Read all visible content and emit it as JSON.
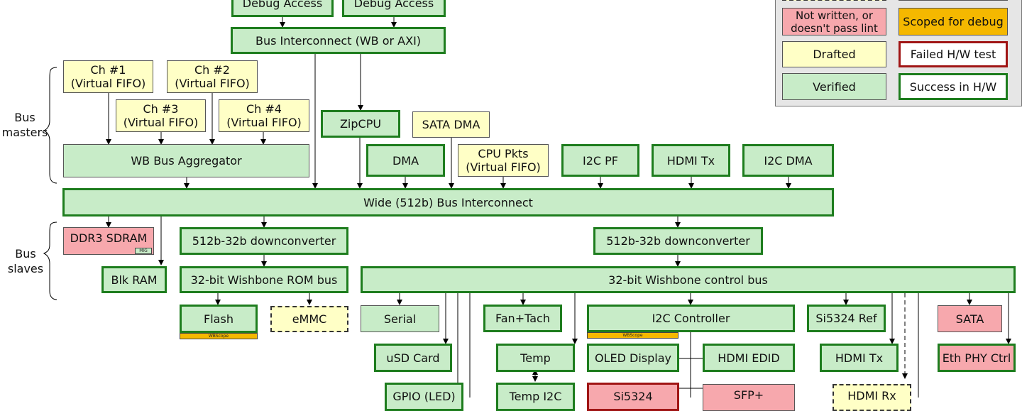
{
  "boxes": {
    "debug1": "Debug Access",
    "debug2": "Debug Access",
    "bus_wb_axi": "Bus Interconnect (WB or AXI)",
    "ch1": "Ch #1\n(Virtual FIFO)",
    "ch2": "Ch #2\n(Virtual FIFO)",
    "ch3": "Ch #3\n(Virtual FIFO)",
    "ch4": "Ch #4\n(Virtual FIFO)",
    "wb_aggregator": "WB Bus Aggregator",
    "zipcpu": "ZipCPU",
    "sata_dma": "SATA DMA",
    "dma": "DMA",
    "cpu_pkts": "CPU Pkts\n(Virtual FIFO)",
    "i2c_pf": "I2C PF",
    "hdmi_tx_top": "HDMI Tx",
    "i2c_dma": "I2C DMA",
    "wide_bus": "Wide (512b) Bus Interconnect",
    "ddr3": "DDR3 SDRAM",
    "downconv1": "512b-32b downconverter",
    "downconv2": "512b-32b downconverter",
    "blk_ram": "Blk RAM",
    "rom_bus": "32-bit Wishbone ROM bus",
    "control_bus": "32-bit Wishbone control bus",
    "flash": "Flash",
    "emmc": "eMMC",
    "serial": "Serial",
    "fan_tach": "Fan+Tach",
    "i2c_controller": "I2C Controller",
    "si5324_ref": "Si5324 Ref",
    "sata": "SATA",
    "usd_card": "uSD Card",
    "temp": "Temp",
    "oled": "OLED Display",
    "hdmi_edid": "HDMI EDID",
    "hdmi_tx_bottom": "HDMI Tx",
    "eth_phy": "Eth PHY Ctrl",
    "gpio": "GPIO (LED)",
    "temp_i2c": "Temp I2C",
    "si5324": "Si5324",
    "sfp": "SFP+",
    "hdmi_rx": "HDMI Rx"
  },
  "tags": {
    "mig": "MIG",
    "wbscope_flash": "WBScope",
    "wbscope_i2c": "WBScope"
  },
  "side_labels": {
    "masters": "Bus\nmasters",
    "slaves": "Bus\nslaves"
  },
  "legend": {
    "not_written": "Not written, or\ndoesn't pass lint",
    "scoped": "Scoped for debug",
    "drafted": "Drafted",
    "failed": "Failed H/W test",
    "verified": "Verified",
    "success": "Success in H/W"
  },
  "colors": {
    "verified_fill": "#c8ecc8",
    "drafted_fill": "#ffffc6",
    "not_written_fill": "#f7a8ad",
    "scoped_fill": "#f5b800",
    "success_border": "#1e7d1e",
    "failed_border": "#a01515"
  }
}
